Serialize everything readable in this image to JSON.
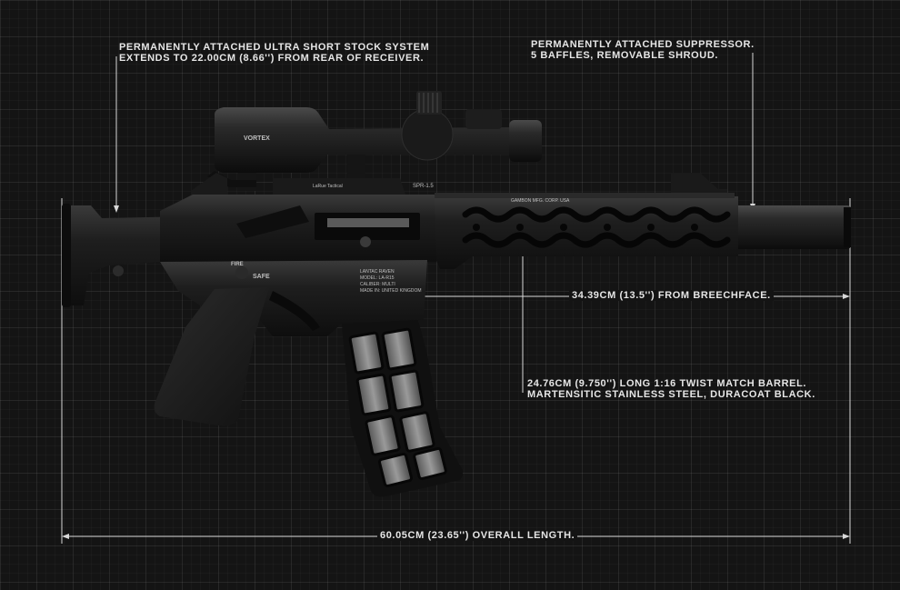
{
  "annotations": {
    "stock": {
      "line1": "PERMANENTLY ATTACHED ULTRA SHORT STOCK SYSTEM",
      "line2": "EXTENDS TO 22.00CM (8.66'') FROM REAR OF RECEIVER."
    },
    "suppressor": {
      "line1": "PERMANENTLY ATTACHED SUPPRESSOR.",
      "line2": "5 BAFFLES, REMOVABLE SHROUD."
    },
    "barrel": {
      "line1": "24.76CM (9.750'') LONG 1:16 TWIST MATCH BARREL.",
      "line2": "MARTENSITIC STAINLESS STEEL, DURACOAT BLACK."
    },
    "breechface_length": "34.39CM (13.5'') FROM BREECHFACE.",
    "overall_length": "60.05CM (23.65'') OVERALL LENGTH."
  },
  "markings": {
    "scope_brand": "VORTEX",
    "mount_brand": "LaRue Tactical",
    "mount_model": "SPR-1.5",
    "barrel_maker": "GAMBON MFG. CORP.  USA",
    "selector_fire": "FIRE",
    "selector_safe": "SAFE",
    "receiver_lines": [
      "LANTAC RAVEN",
      "MODEL: LA-R15",
      "CALIBER: MULTI",
      "MADE IN: UNITED KINGDOM"
    ]
  },
  "colors": {
    "background": "#141414",
    "grid": "#2a2a2a",
    "annotation_text": "#e6e6e6",
    "rifle_body": "#1c1c1c"
  }
}
